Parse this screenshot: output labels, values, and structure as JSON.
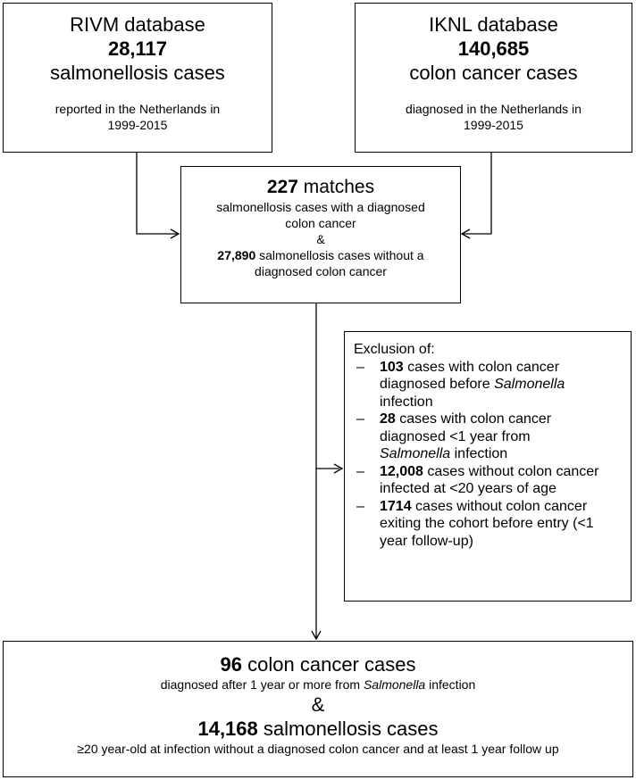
{
  "rivm": {
    "title": "RIVM database",
    "count": "28,117",
    "label": "salmonellosis cases",
    "note_line1": "reported in the Netherlands in",
    "note_line2": "1999-2015"
  },
  "iknl": {
    "title": "IKNL database",
    "count": "140,685",
    "label": "colon cancer cases",
    "note_line1": "diagnosed in the Netherlands in",
    "note_line2": "1999-2015"
  },
  "matches": {
    "count": "227",
    "label": "matches",
    "desc_line1": "salmonellosis cases with a diagnosed",
    "desc_line2": "colon cancer",
    "amp": "&",
    "other_count": "27,890",
    "other_line1_rest": "salmonellosis cases without a",
    "other_line2": "diagnosed colon cancer"
  },
  "exclusion": {
    "title": "Exclusion of:",
    "dash": "–",
    "items": [
      {
        "count": "103",
        "line1_rest": "cases with colon cancer",
        "line2_pre": "diagnosed before",
        "line2_italic": "Salmonella",
        "line3": "infection"
      },
      {
        "count": "28",
        "line1_rest": "cases with colon cancer",
        "line2": "diagnosed <1 year from",
        "line3_italic": "Salmonella",
        "line3_rest": "infection"
      },
      {
        "count": "12,008",
        "line1_rest": "cases without colon cancer",
        "line2": "infected at <20 years of age"
      },
      {
        "count": "1714",
        "line1_rest": "cases without colon cancer",
        "line2": "exiting the cohort before entry (<1",
        "line3": "year follow-up)"
      }
    ]
  },
  "final": {
    "count1": "96",
    "label1": "colon cancer cases",
    "desc1_pre": "diagnosed after 1 year or more from",
    "desc1_italic": "Salmonella",
    "desc1_post": "infection",
    "amp": "&",
    "count2": "14,168",
    "label2": "salmonellosis cases",
    "desc2": "≥20 year-old at infection without a diagnosed colon cancer and at least 1 year follow up"
  }
}
